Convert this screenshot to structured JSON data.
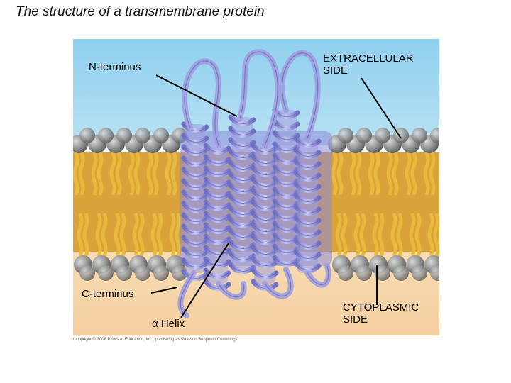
{
  "title": "The structure of a transmembrane protein",
  "labels": {
    "n_terminus": "N-terminus",
    "extracellular": "EXTRACELLULAR\nSIDE",
    "c_terminus": "C-terminus",
    "alpha_symbol": "α",
    "helix": " Helix",
    "cytoplasmic": "CYTOPLASMIC\nSIDE"
  },
  "copyright": "Copyright © 2008 Pearson Education, Inc., publishing as Pearson Benjamin Cummings.",
  "colors": {
    "extracellular": "#8fd0ef",
    "cytoplasm": "#f7d5a8",
    "head": "#8c8c8c",
    "tail": "#e9b93c",
    "helix": "#9f9fe0",
    "helix_dark": "#5c5cae"
  }
}
